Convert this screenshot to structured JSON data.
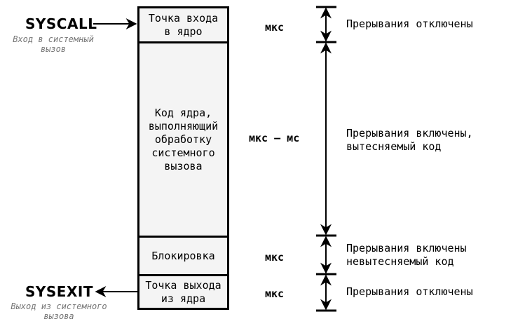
{
  "entry": {
    "label": "SYSCALL",
    "subtitle": "Вход в системный\nвызов"
  },
  "exit": {
    "label": "SYSEXIT",
    "subtitle": "Выход из системного\nвызова"
  },
  "stages": [
    {
      "name": "Точка входа\nв ядро",
      "duration": "мкс",
      "description": "Прерывания отключены"
    },
    {
      "name": "Код ядра,\nвыполняющий\nобработку\nсистемного\nвызова",
      "duration": "мкс — мс",
      "description": "Прерывания включены,\nвытесняемый код"
    },
    {
      "name": "Блокировка",
      "duration": "мкс",
      "description": "Прерывания включены\nневытесняемый код"
    },
    {
      "name": "Точка выхода\nиз ядра",
      "duration": "мкс",
      "description": "Прерывания отключены"
    }
  ],
  "colors": {
    "box_fill": "#f4f4f4",
    "line": "#000000",
    "subtitle": "#777777"
  }
}
